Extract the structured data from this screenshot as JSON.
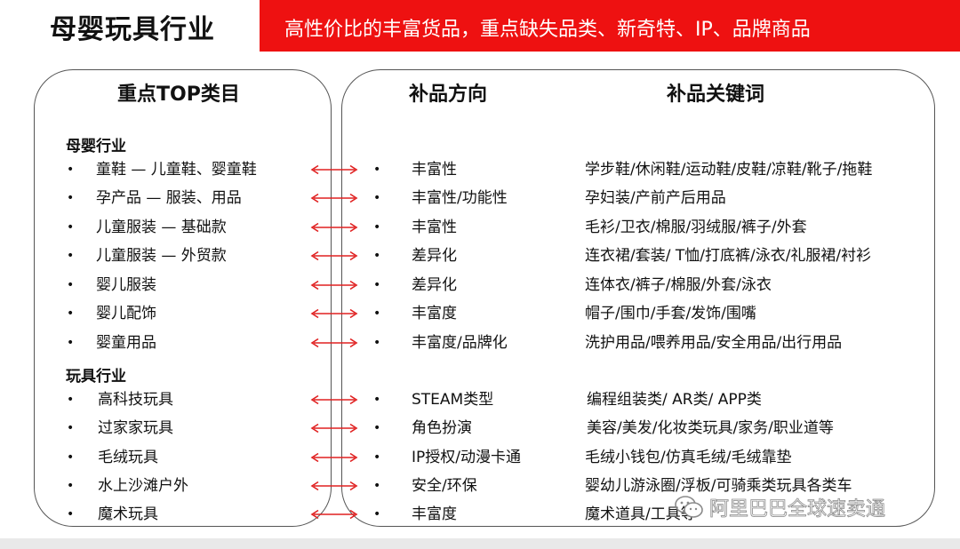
{
  "header": {
    "title": "母婴玩具行业",
    "subtitle": "高性价比的丰富货品，重点缺失品类、新奇特、IP、品牌商品",
    "banner_color": "#ee1111"
  },
  "columns": {
    "left": "重点TOP类目",
    "middle": "补品方向",
    "right": "补品关键词"
  },
  "sections": [
    {
      "label": "母婴行业"
    },
    {
      "label": "玩具行业"
    }
  ],
  "rows": [
    {
      "category": "童鞋 — 儿童鞋、婴童鞋",
      "direction": "丰富性",
      "keywords": "学步鞋/休闲鞋/运动鞋/皮鞋/凉鞋/靴子/拖鞋"
    },
    {
      "category": "孕产品 — 服装、用品",
      "direction": "丰富性/功能性",
      "keywords": "孕妇装/产前产后用品"
    },
    {
      "category": "儿童服装 — 基础款",
      "direction": "丰富性",
      "keywords": "毛衫/卫衣/棉服/羽绒服/裤子/外套"
    },
    {
      "category": "儿童服装 — 外贸款",
      "direction": "差异化",
      "keywords": "连衣裙/套装/ T恤/打底裤/泳衣/礼服裙/衬衫"
    },
    {
      "category": "婴儿服装",
      "direction": "差异化",
      "keywords": "连体衣/裤子/棉服/外套/泳衣"
    },
    {
      "category": "婴儿配饰",
      "direction": "丰富度",
      "keywords": "帽子/围巾/手套/发饰/围嘴"
    },
    {
      "category": "婴童用品",
      "direction": "丰富度/品牌化",
      "keywords": "洗护用品/喂养用品/安全用品/出行用品"
    },
    {
      "category": "高科技玩具",
      "direction": "STEAM类型",
      "keywords": "编程组装类/ AR类/ APP类"
    },
    {
      "category": "过家家玩具",
      "direction": "角色扮演",
      "keywords": "美容/美发/化妆类玩具/家务/职业道等"
    },
    {
      "category": "毛绒玩具",
      "direction": "IP授权/动漫卡通",
      "keywords": "毛绒小钱包/仿真毛绒/毛绒靠垫"
    },
    {
      "category": "水上沙滩户外",
      "direction": "安全/环保",
      "keywords": "婴幼儿游泳圈/浮板/可骑乘类玩具各类车"
    },
    {
      "category": "魔术玩具",
      "direction": "丰富度",
      "keywords": "魔术道具/工具等"
    }
  ],
  "bullet": "•",
  "arrow_icon": "double-arrow-icon",
  "arrow_color": "#e02020",
  "watermark": {
    "icon": "wechat-icon",
    "text": "阿里巴巴全球速卖通"
  }
}
